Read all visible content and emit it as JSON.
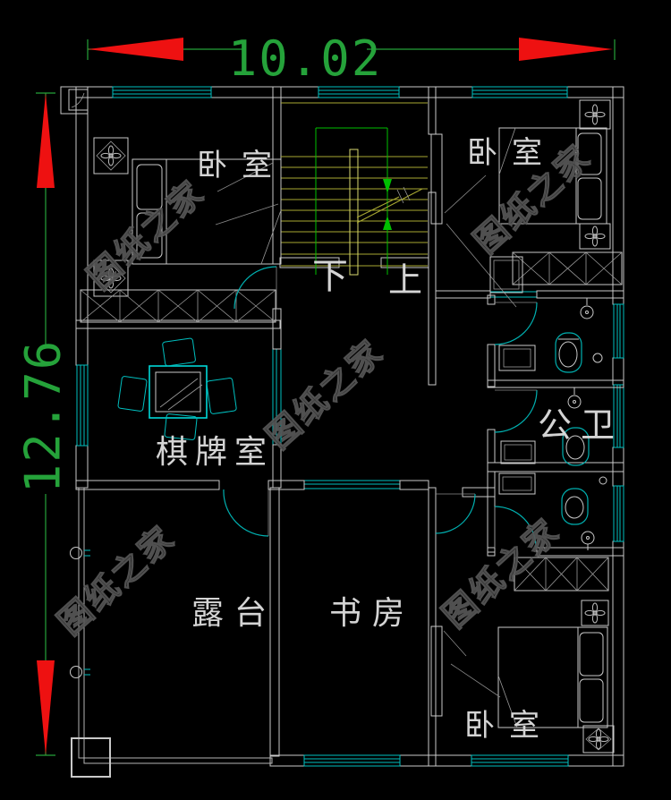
{
  "drawing": {
    "dimension_top": "10.02",
    "dimension_left": "12.76",
    "stair_down": "下",
    "stair_up": "上",
    "rooms": {
      "bedroom_top_left": "卧室",
      "bedroom_top_right": "卧室",
      "game_room": "棋牌室",
      "public_bath": "公卫",
      "terrace": "露台",
      "study": "书房",
      "bedroom_bottom_right": "卧室"
    },
    "watermark": "图纸之家"
  },
  "colors": {
    "background": "#000000",
    "wall": "#c9c9c9",
    "window_cyan": "#00bfbf",
    "dimension_green": "#25a23a",
    "arrow_red": "#ee1111",
    "stair_yellow": "#a8a832",
    "stair_rail_yellow": "#d8d870",
    "direction_green": "#00c000",
    "label_white": "#e0e0e0",
    "watermark_gray": "#575757"
  }
}
